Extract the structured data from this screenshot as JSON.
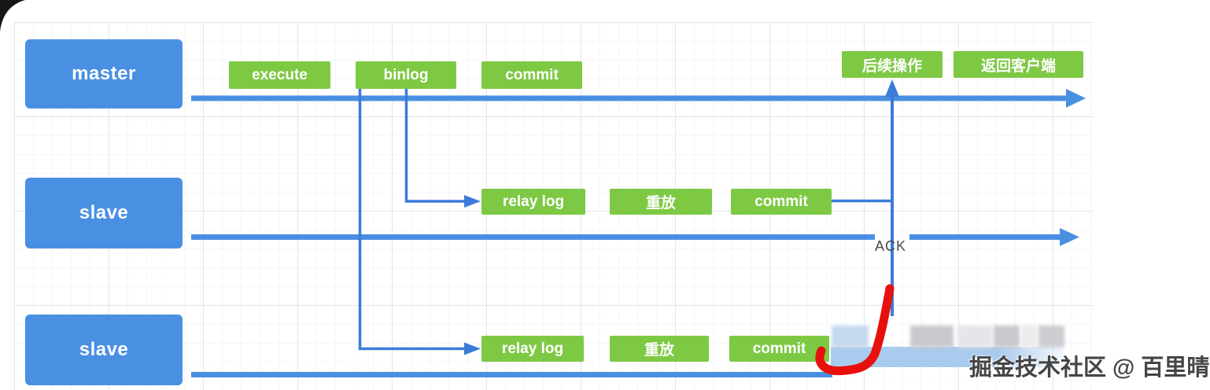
{
  "diagram": {
    "lanes": [
      {
        "label": "master"
      },
      {
        "label": "slave"
      },
      {
        "label": "slave"
      }
    ],
    "master_row": {
      "steps": [
        "execute",
        "binlog",
        "commit"
      ],
      "end_steps": [
        "后续操作",
        "返回客户端"
      ]
    },
    "slave1_row": {
      "steps": [
        "relay log",
        "重放",
        "commit"
      ]
    },
    "slave2_row": {
      "steps": [
        "relay log",
        "重放",
        "commit"
      ]
    },
    "ack_label": "ACK",
    "watermark": "掘金技术社区 @ 百里晴鸢",
    "colors": {
      "lane_box": "#4a90e2",
      "step_box": "#7ec944",
      "timeline": "#4a90e2",
      "connector": "#3c7bd9",
      "ack_text": "#4a4a4a",
      "red_mark": "#e8100c",
      "censor_band": "#a9cbed"
    }
  }
}
